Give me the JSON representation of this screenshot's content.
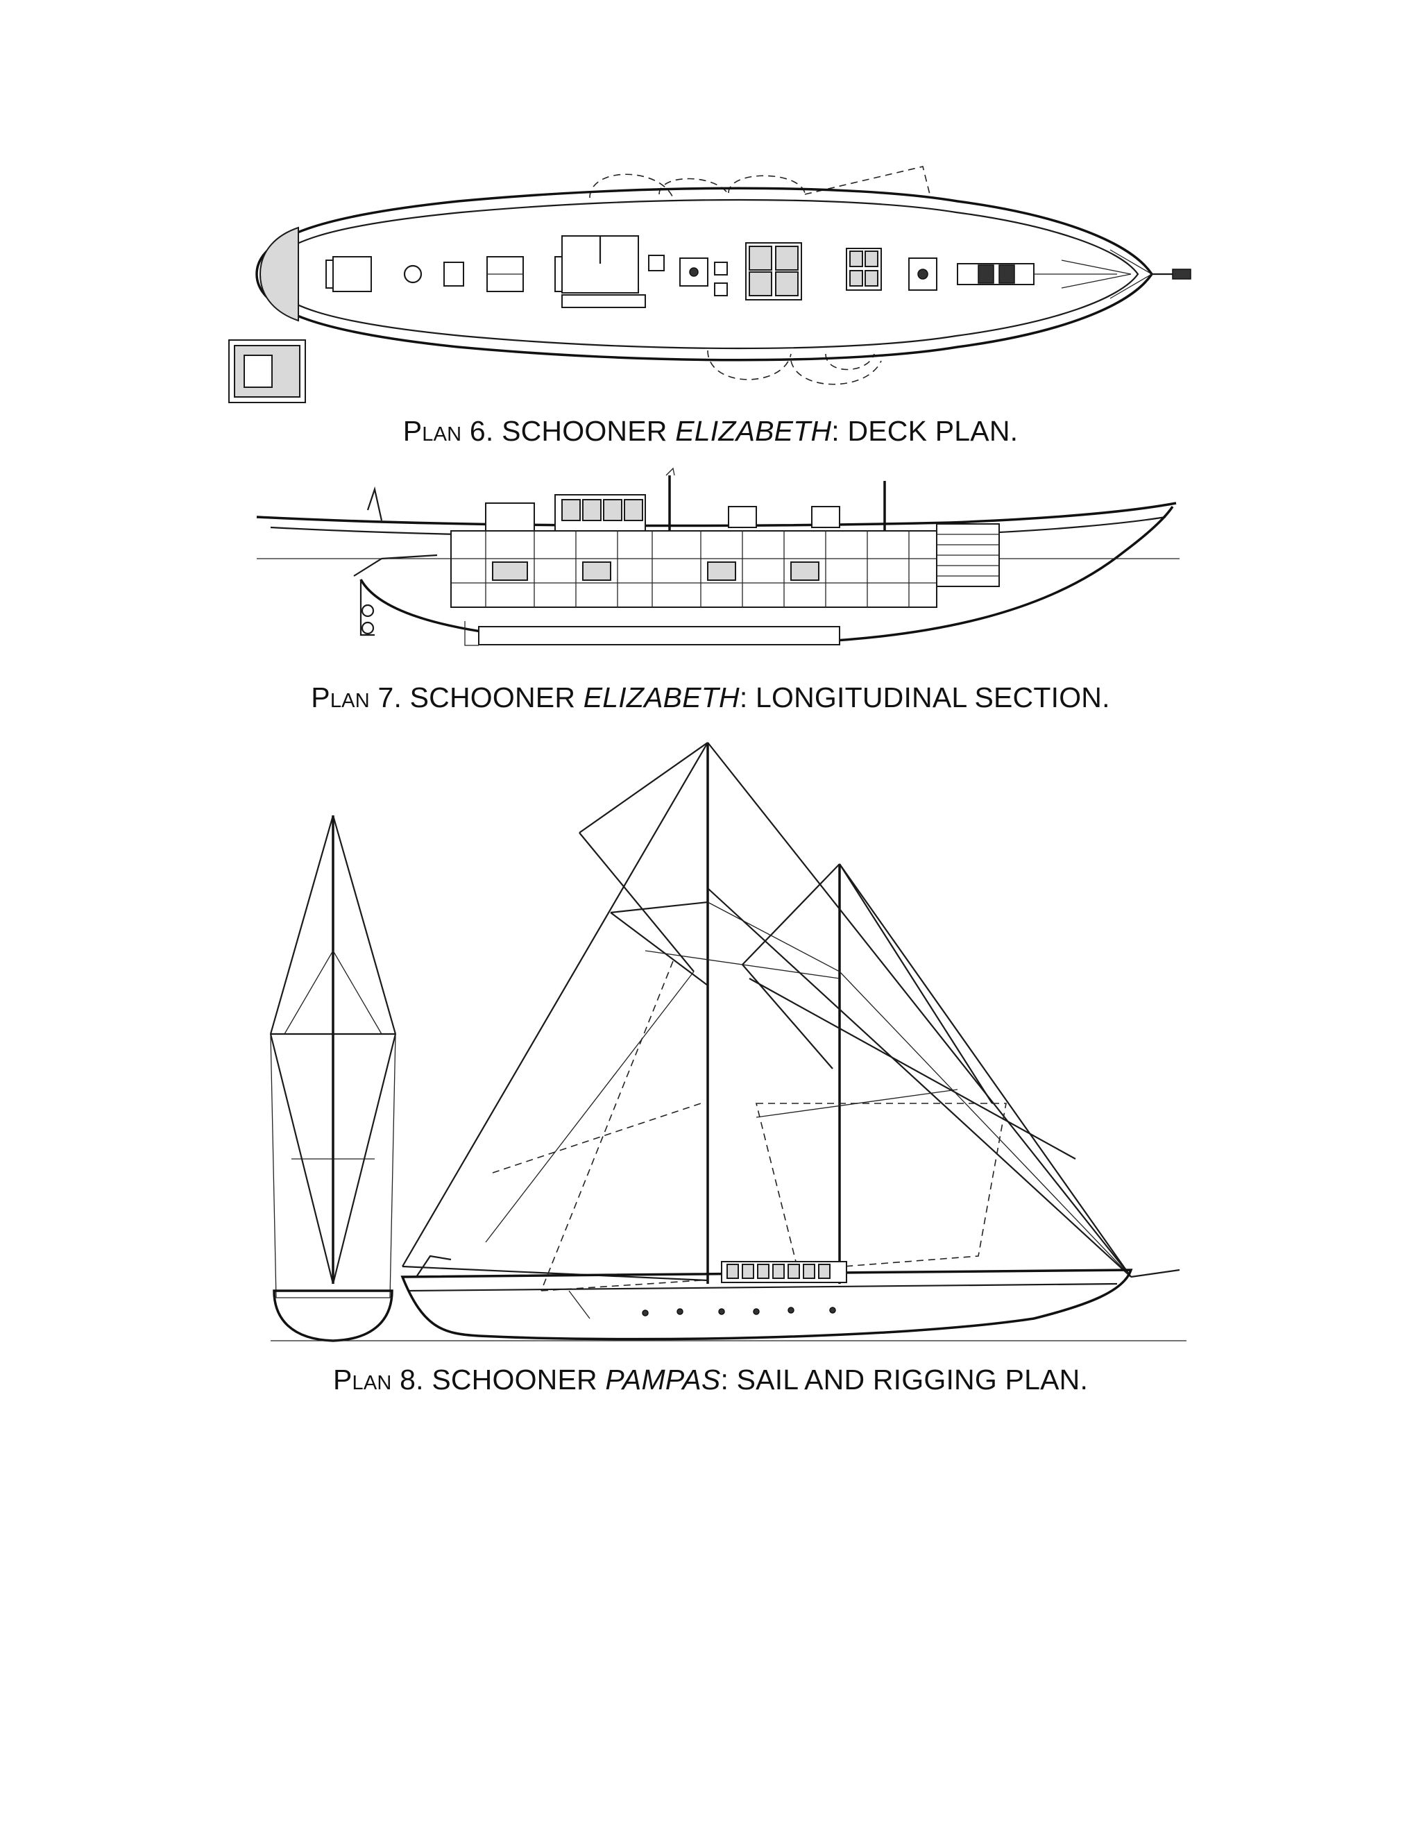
{
  "captions": {
    "plan6": {
      "prefix": "Plan",
      "number": "6.",
      "vessel_type": "SCHOONER",
      "vessel_name": "ELIZABETH",
      "title": ": DECK PLAN."
    },
    "plan7": {
      "prefix": "Plan",
      "number": "7.",
      "vessel_type": "SCHOONER",
      "vessel_name": "ELIZABETH",
      "title": ": LONGITUDINAL SECTION."
    },
    "plan8": {
      "prefix": "Plan",
      "number": "8.",
      "vessel_type": "SCHOONER",
      "vessel_name": "PAMPAS",
      "title": ": SAIL AND RIGGING PLAN."
    }
  }
}
